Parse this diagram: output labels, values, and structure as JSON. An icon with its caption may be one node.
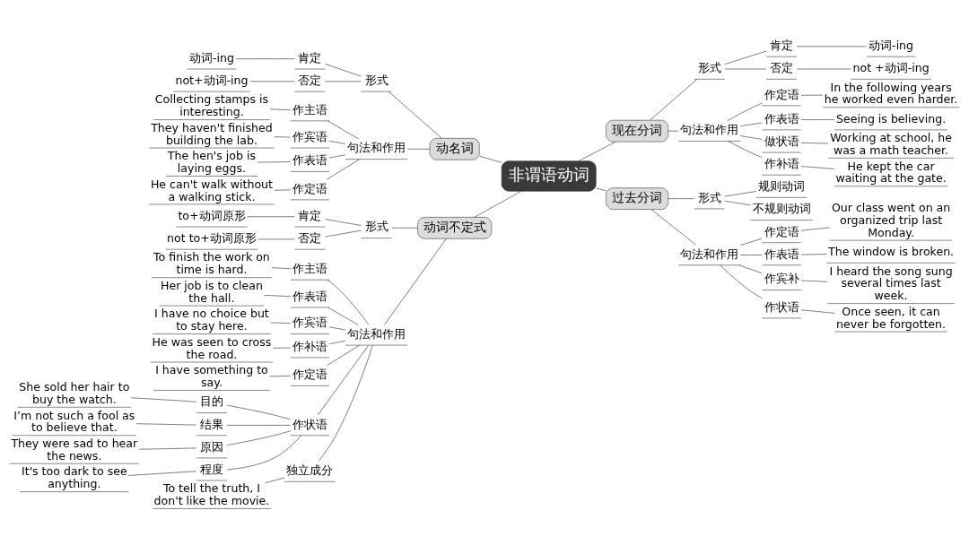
{
  "diagram": {
    "nodes": [
      {
        "text": [
          "非谓语动词"
        ]
      },
      {
        "text": [
          "动名词"
        ]
      },
      {
        "text": [
          "形式"
        ]
      },
      {
        "text": [
          "肯定"
        ]
      },
      {
        "text": [
          "动词-ing"
        ]
      },
      {
        "text": [
          "否定"
        ]
      },
      {
        "text": [
          "not+动词-ing"
        ]
      },
      {
        "text": [
          "句法和作用"
        ]
      },
      {
        "text": [
          "作主语"
        ]
      },
      {
        "text": [
          "Collecting stamps is interesting."
        ]
      },
      {
        "text": [
          "作宾语"
        ]
      },
      {
        "text": [
          "They haven't finished building the lab."
        ]
      },
      {
        "text": [
          "作表语"
        ]
      },
      {
        "text": [
          "The hen's job is laying eggs."
        ]
      },
      {
        "text": [
          "作定语"
        ]
      },
      {
        "text": [
          "He can't walk without a walking stick."
        ]
      },
      {
        "text": [
          "动词不定式"
        ]
      },
      {
        "text": [
          "形式"
        ]
      },
      {
        "text": [
          "肯定"
        ]
      },
      {
        "text": [
          "to+动词原形"
        ]
      },
      {
        "text": [
          "否定"
        ]
      },
      {
        "text": [
          "not to+动词原形"
        ]
      },
      {
        "text": [
          "句法和作用"
        ]
      },
      {
        "text": [
          "作主语"
        ]
      },
      {
        "text": [
          "To finish the work on time is hard."
        ]
      },
      {
        "text": [
          "作表语"
        ]
      },
      {
        "text": [
          "Her job is to clean the hall."
        ]
      },
      {
        "text": [
          "作宾语"
        ]
      },
      {
        "text": [
          "I have no choice but to stay here."
        ]
      },
      {
        "text": [
          "作补语"
        ]
      },
      {
        "text": [
          "He was seen to cross the road."
        ]
      },
      {
        "text": [
          "作定语"
        ]
      },
      {
        "text": [
          "I have something to say."
        ]
      },
      {
        "text": [
          "作状语"
        ]
      },
      {
        "text": [
          "目的"
        ]
      },
      {
        "text": [
          "She sold her hair to buy the watch."
        ]
      },
      {
        "text": [
          "结果"
        ]
      },
      {
        "text": [
          "I’m not such a fool as to believe that."
        ]
      },
      {
        "text": [
          "原因"
        ]
      },
      {
        "text": [
          "They were sad to hear the news."
        ]
      },
      {
        "text": [
          "程度"
        ]
      },
      {
        "text": [
          "It's too dark to see anything."
        ]
      },
      {
        "text": [
          "独立成分"
        ]
      },
      {
        "text": [
          "To tell the truth, I don't like the movie."
        ]
      },
      {
        "text": [
          "现在分词"
        ]
      },
      {
        "text": [
          "形式"
        ]
      },
      {
        "text": [
          "肯定"
        ]
      },
      {
        "text": [
          "动词-ing"
        ]
      },
      {
        "text": [
          "否定"
        ]
      },
      {
        "text": [
          "not +动词-ing"
        ]
      },
      {
        "text": [
          "句法和作用"
        ]
      },
      {
        "text": [
          "作定语"
        ]
      },
      {
        "text": [
          "In the following years he worked even harder."
        ]
      },
      {
        "text": [
          "作表语"
        ]
      },
      {
        "text": [
          "Seeing is believing."
        ]
      },
      {
        "text": [
          "做状语"
        ]
      },
      {
        "text": [
          "Working at school, he was a math teacher."
        ]
      },
      {
        "text": [
          "作补语"
        ]
      },
      {
        "text": [
          "He kept the car waiting at the gate."
        ]
      },
      {
        "text": [
          "过去分词"
        ]
      },
      {
        "text": [
          "形式"
        ]
      },
      {
        "text": [
          "规则动词"
        ]
      },
      {
        "text": [
          "不规则动词"
        ]
      },
      {
        "text": [
          "句法和作用"
        ]
      },
      {
        "text": [
          "作定语"
        ]
      },
      {
        "text": [
          "Our class went on an organized trip last Monday."
        ]
      },
      {
        "text": [
          "作表语"
        ]
      },
      {
        "text": [
          "The window is broken."
        ]
      },
      {
        "text": [
          "作宾补"
        ]
      },
      {
        "text": [
          "I heard the song sung several times last week."
        ]
      },
      {
        "text": [
          "作状语"
        ]
      },
      {
        "text": [
          "Once seen, it can never be forgotten."
        ]
      }
    ],
    "edges": [
      {
        "from": 0,
        "to": 1,
        "arrow": "none"
      },
      {
        "from": 1,
        "to": 2,
        "arrow": "none"
      },
      {
        "from": 2,
        "to": 3,
        "arrow": "none"
      },
      {
        "from": 3,
        "to": 4,
        "arrow": "none"
      },
      {
        "from": 2,
        "to": 5,
        "arrow": "none"
      },
      {
        "from": 5,
        "to": 6,
        "arrow": "none"
      },
      {
        "from": 1,
        "to": 7,
        "arrow": "none"
      },
      {
        "from": 7,
        "to": 8,
        "arrow": "none"
      },
      {
        "from": 8,
        "to": 9,
        "arrow": "none"
      },
      {
        "from": 7,
        "to": 10,
        "arrow": "none"
      },
      {
        "from": 10,
        "to": 11,
        "arrow": "none"
      },
      {
        "from": 7,
        "to": 12,
        "arrow": "none"
      },
      {
        "from": 12,
        "to": 13,
        "arrow": "none"
      },
      {
        "from": 7,
        "to": 14,
        "arrow": "none"
      },
      {
        "from": 14,
        "to": 15,
        "arrow": "none"
      },
      {
        "from": 0,
        "to": 16,
        "arrow": "none"
      },
      {
        "from": 16,
        "to": 17,
        "arrow": "none"
      },
      {
        "from": 17,
        "to": 18,
        "arrow": "none"
      },
      {
        "from": 18,
        "to": 19,
        "arrow": "none"
      },
      {
        "from": 17,
        "to": 20,
        "arrow": "none"
      },
      {
        "from": 20,
        "to": 21,
        "arrow": "none"
      },
      {
        "from": 16,
        "to": 22,
        "arrow": "none"
      },
      {
        "from": 22,
        "to": 23,
        "arrow": "none"
      },
      {
        "from": 23,
        "to": 24,
        "arrow": "none"
      },
      {
        "from": 22,
        "to": 25,
        "arrow": "none"
      },
      {
        "from": 25,
        "to": 26,
        "arrow": "none"
      },
      {
        "from": 22,
        "to": 27,
        "arrow": "none"
      },
      {
        "from": 27,
        "to": 28,
        "arrow": "none"
      },
      {
        "from": 22,
        "to": 29,
        "arrow": "none"
      },
      {
        "from": 29,
        "to": 30,
        "arrow": "none"
      },
      {
        "from": 22,
        "to": 31,
        "arrow": "none"
      },
      {
        "from": 31,
        "to": 32,
        "arrow": "none"
      },
      {
        "from": 22,
        "to": 33,
        "arrow": "none"
      },
      {
        "from": 33,
        "to": 34,
        "arrow": "none"
      },
      {
        "from": 34,
        "to": 35,
        "arrow": "none"
      },
      {
        "from": 33,
        "to": 36,
        "arrow": "none"
      },
      {
        "from": 36,
        "to": 37,
        "arrow": "none"
      },
      {
        "from": 33,
        "to": 38,
        "arrow": "none"
      },
      {
        "from": 38,
        "to": 39,
        "arrow": "none"
      },
      {
        "from": 33,
        "to": 40,
        "arrow": "none"
      },
      {
        "from": 40,
        "to": 41,
        "arrow": "none"
      },
      {
        "from": 22,
        "to": 42,
        "arrow": "none"
      },
      {
        "from": 42,
        "to": 43,
        "arrow": "none"
      },
      {
        "from": 0,
        "to": 44,
        "arrow": "none"
      },
      {
        "from": 44,
        "to": 45,
        "arrow": "none"
      },
      {
        "from": 45,
        "to": 46,
        "arrow": "none"
      },
      {
        "from": 46,
        "to": 47,
        "arrow": "none"
      },
      {
        "from": 45,
        "to": 48,
        "arrow": "none"
      },
      {
        "from": 48,
        "to": 49,
        "arrow": "none"
      },
      {
        "from": 44,
        "to": 50,
        "arrow": "none"
      },
      {
        "from": 50,
        "to": 51,
        "arrow": "none"
      },
      {
        "from": 51,
        "to": 52,
        "arrow": "none"
      },
      {
        "from": 50,
        "to": 53,
        "arrow": "none"
      },
      {
        "from": 53,
        "to": 54,
        "arrow": "none"
      },
      {
        "from": 50,
        "to": 55,
        "arrow": "none"
      },
      {
        "from": 55,
        "to": 56,
        "arrow": "none"
      },
      {
        "from": 50,
        "to": 57,
        "arrow": "none"
      },
      {
        "from": 57,
        "to": 58,
        "arrow": "none"
      },
      {
        "from": 0,
        "to": 59,
        "arrow": "none"
      },
      {
        "from": 59,
        "to": 60,
        "arrow": "none"
      },
      {
        "from": 60,
        "to": 61,
        "arrow": "none"
      },
      {
        "from": 60,
        "to": 62,
        "arrow": "none"
      },
      {
        "from": 59,
        "to": 63,
        "arrow": "none"
      },
      {
        "from": 63,
        "to": 64,
        "arrow": "none"
      },
      {
        "from": 64,
        "to": 65,
        "arrow": "none"
      },
      {
        "from": 63,
        "to": 66,
        "arrow": "none"
      },
      {
        "from": 66,
        "to": 67,
        "arrow": "none"
      },
      {
        "from": 63,
        "to": 68,
        "arrow": "none"
      },
      {
        "from": 68,
        "to": 69,
        "arrow": "none"
      },
      {
        "from": 63,
        "to": 70,
        "arrow": "none"
      },
      {
        "from": 70,
        "to": 71,
        "arrow": "none"
      }
    ]
  }
}
